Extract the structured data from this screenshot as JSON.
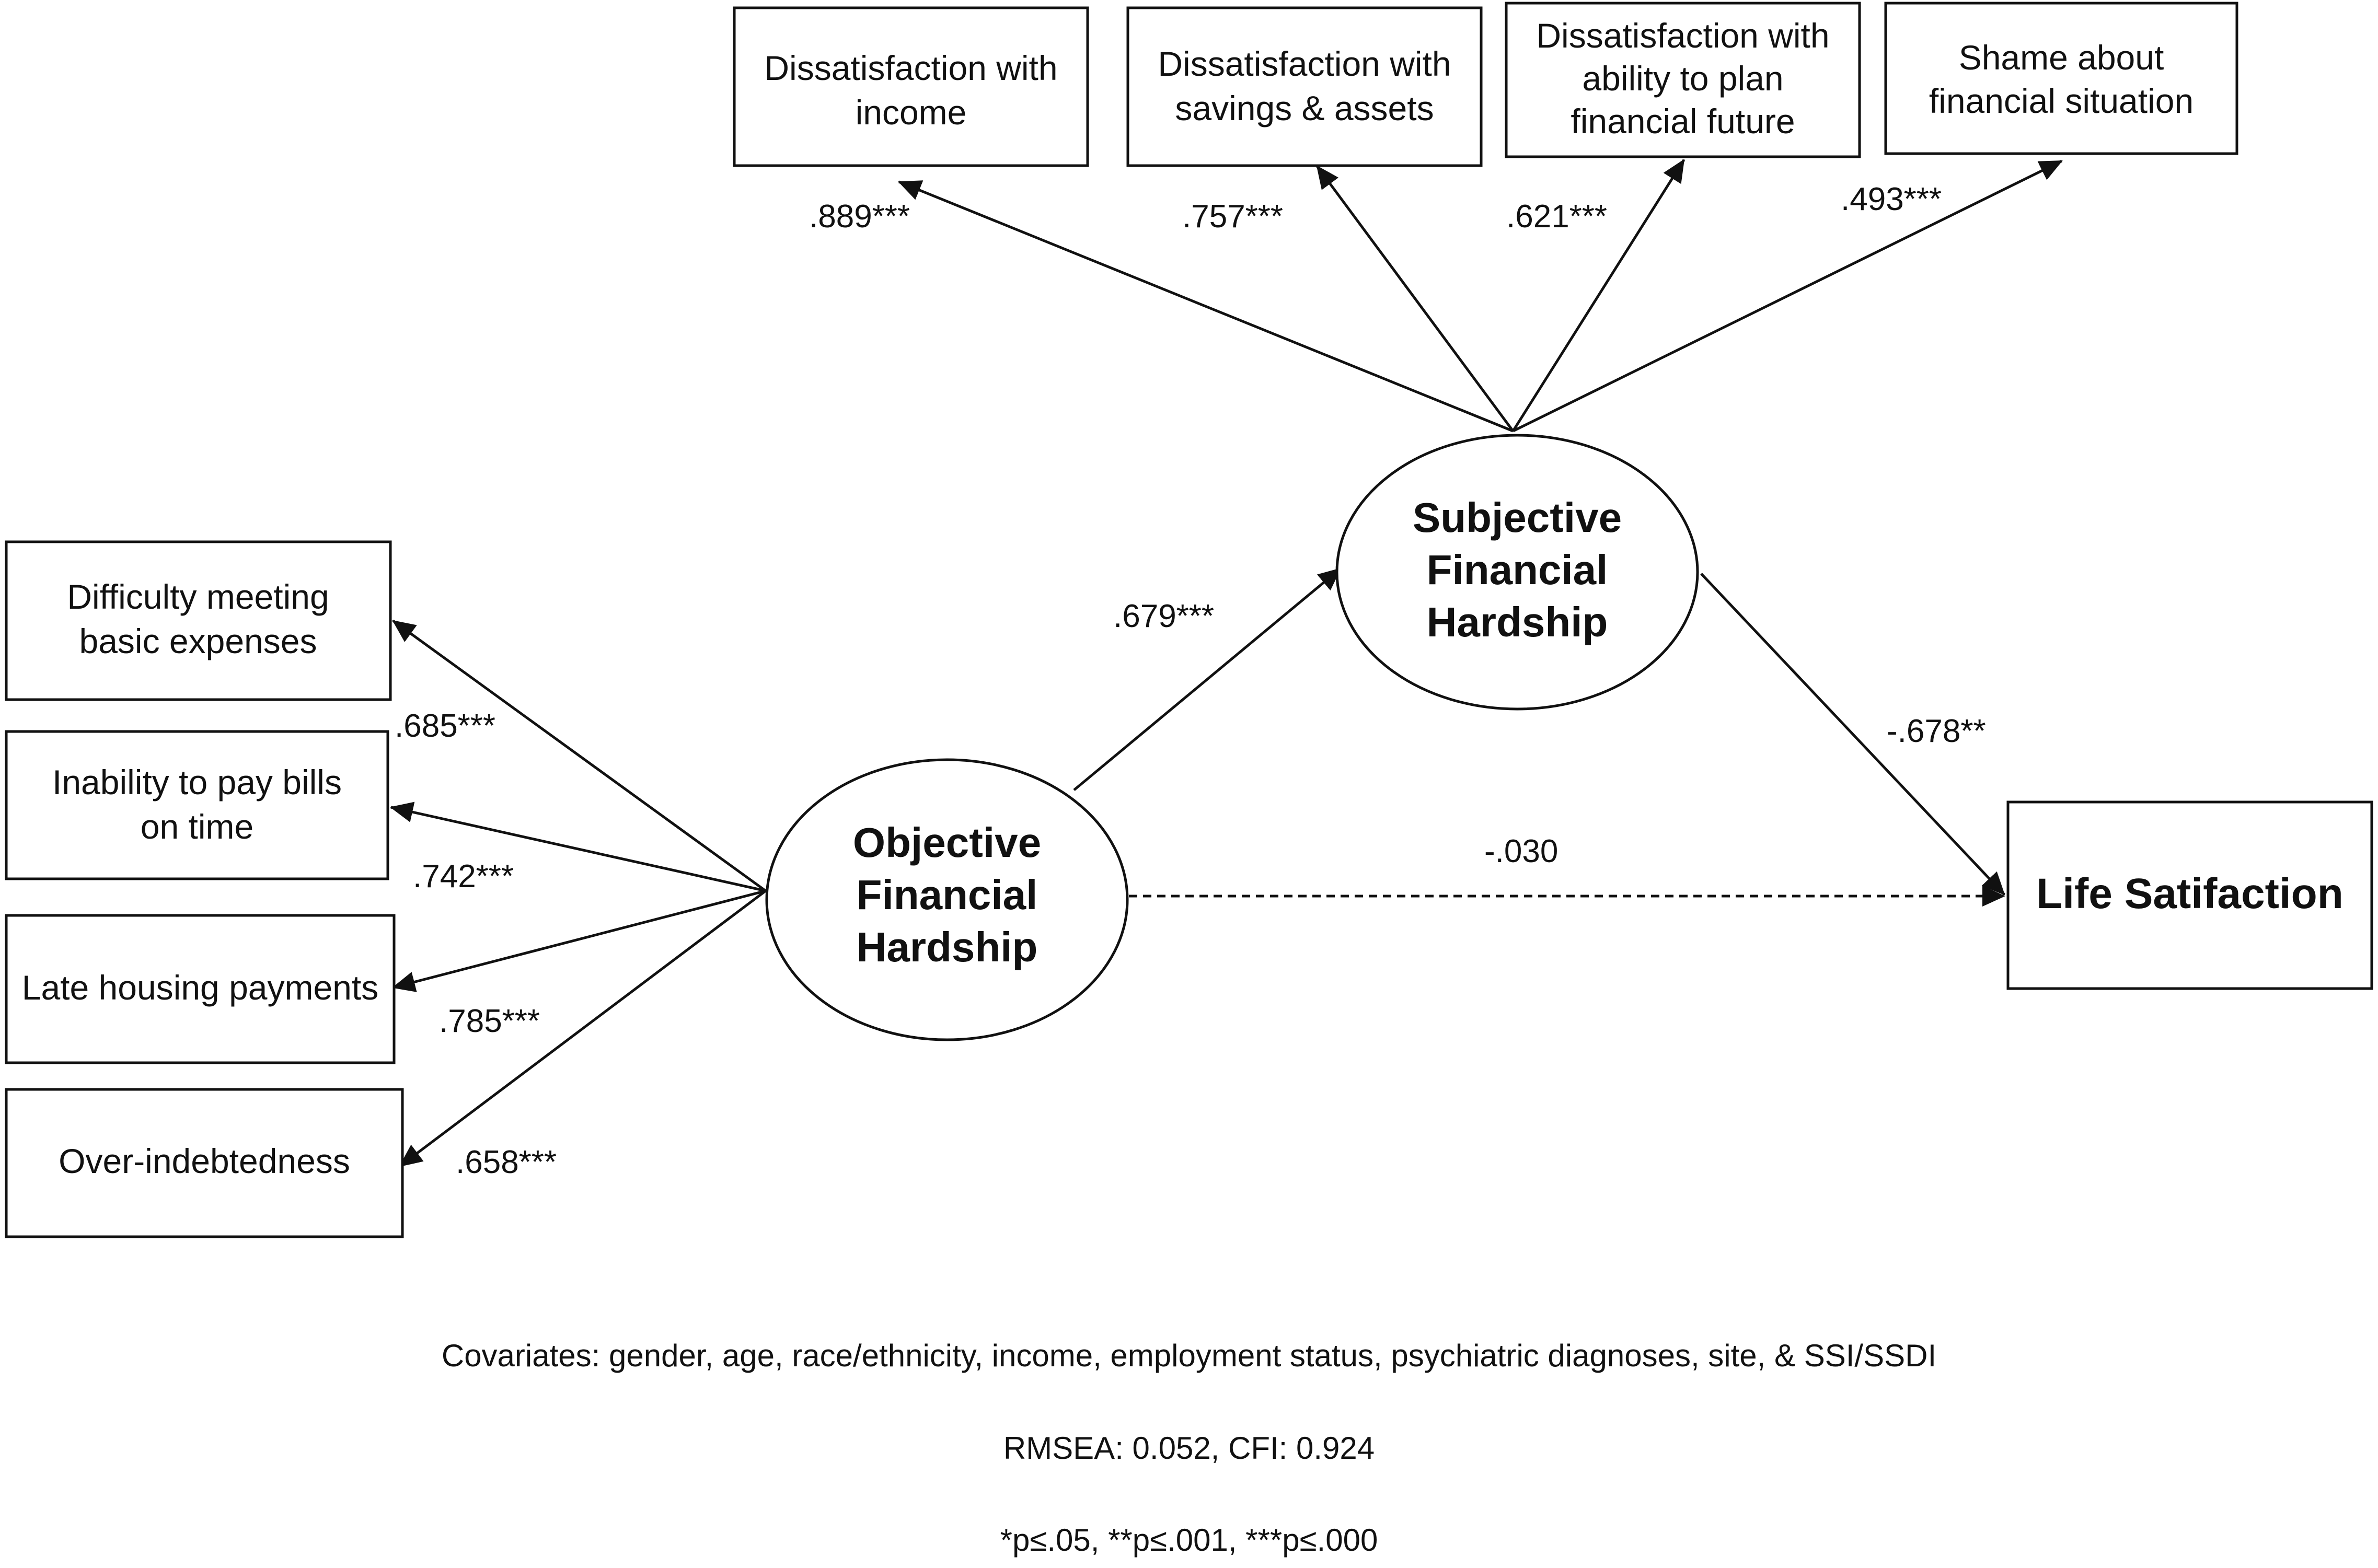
{
  "latent": {
    "objective": [
      "Objective",
      "Financial",
      "Hardship"
    ],
    "subjective": [
      "Subjective",
      "Financial",
      "Hardship"
    ]
  },
  "outcome": "Life Satifaction",
  "indicators_objective": [
    {
      "lines": [
        "Difficulty meeting",
        "basic expenses"
      ],
      "loading": ".685***"
    },
    {
      "lines": [
        "Inability to pay bills",
        "on time"
      ],
      "loading": ".742***"
    },
    {
      "lines": [
        "Late housing payments"
      ],
      "loading": ".785***"
    },
    {
      "lines": [
        "Over-indebtedness"
      ],
      "loading": ".658***"
    }
  ],
  "indicators_subjective": [
    {
      "lines": [
        "Dissatisfaction with",
        "income"
      ],
      "loading": ".889***"
    },
    {
      "lines": [
        "Dissatisfaction with",
        "savings & assets"
      ],
      "loading": ".757***"
    },
    {
      "lines": [
        "Dissatisfaction with",
        "ability to plan",
        "financial future"
      ],
      "loading": ".621***"
    },
    {
      "lines": [
        "Shame about",
        "financial situation"
      ],
      "loading": ".493***"
    }
  ],
  "paths": {
    "objective_to_subjective": ".679***",
    "subjective_to_outcome": "-.678**",
    "objective_to_outcome": "-.030"
  },
  "footer": {
    "covariates": "Covariates: gender, age, race/ethnicity, income, employment status, psychiatric diagnoses, site, & SSI/SSDI",
    "fit": "RMSEA: 0.052, CFI: 0.924",
    "significance": "*p≤.05, **p≤.001, ***p≤.000"
  }
}
